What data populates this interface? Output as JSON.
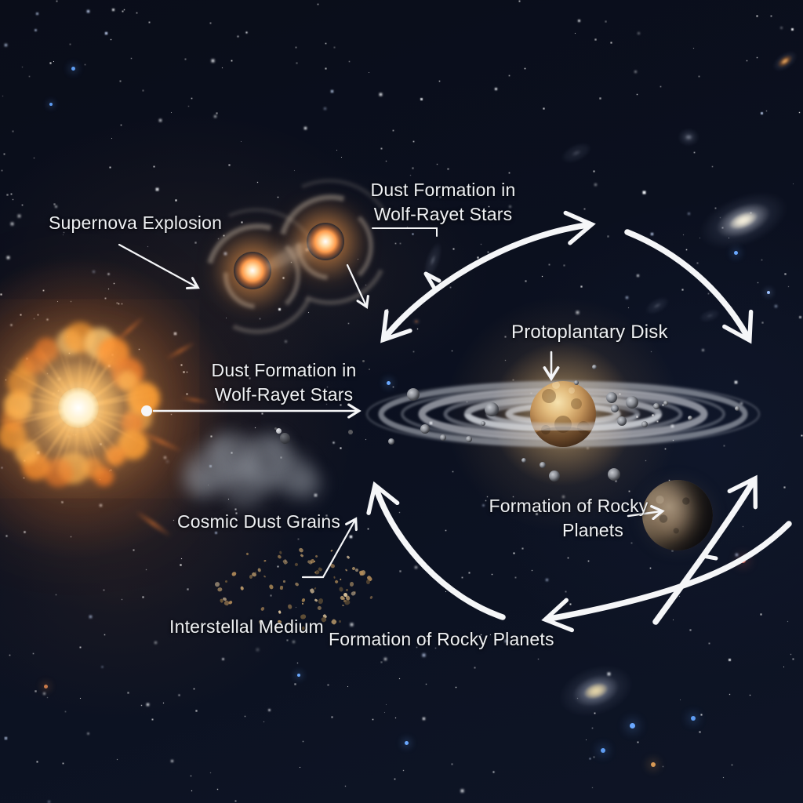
{
  "diagram": {
    "labels": {
      "supernova": "Supernova Explosion",
      "wolf_rayet_top": {
        "line1": "Dust Formation in",
        "line2": "Wolf-Rayet Stars"
      },
      "wolf_rayet_mid": {
        "line1": "Dust Formation in",
        "line2": "Wolf-Rayet Stars"
      },
      "protoplanetary_disk": "Protoplantary Disk",
      "rocky_planets_right": {
        "line1": "Formation of Rocky",
        "line2": "Planets"
      },
      "cosmic_dust_grains": "Cosmic Dust Grains",
      "interstellar_medium": "Interstellal Medium",
      "rocky_planets_bottom": "Formation of Rocky Planets"
    },
    "colors": {
      "sky": "#0b0f1c",
      "label_text": "#eef0f3",
      "arrow": "#f5f6f8",
      "supernova_core": "#fff6dd",
      "supernova_ring": "#ff9e2e",
      "disk_rings": "#d8dce4",
      "protoplanet": "#c89a5c",
      "rocky_planet": "#6e5d4a",
      "dust_grains": "#c2a06e",
      "dust_cloud": "#a5aab2"
    }
  }
}
